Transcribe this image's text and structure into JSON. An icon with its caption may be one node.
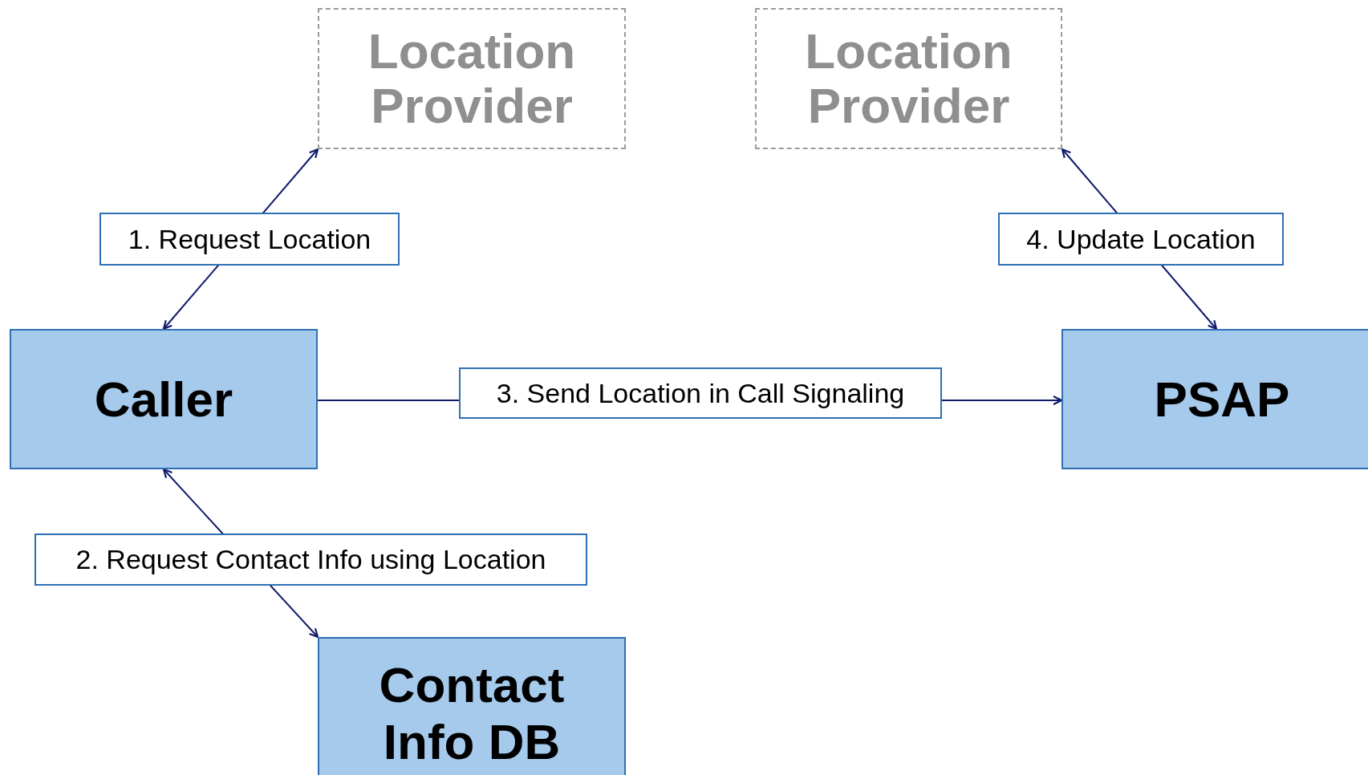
{
  "diagram": {
    "nodes": [
      {
        "text": [
          "Location Provider"
        ]
      },
      {
        "text": [
          "Location Provider"
        ]
      },
      {
        "text": [
          "Caller"
        ]
      },
      {
        "text": [
          "PSAP"
        ]
      },
      {
        "text": [
          "Contact Info DB"
        ]
      }
    ],
    "edges": [
      {
        "from": 2,
        "to": 0,
        "arrow": "both",
        "label": "1. Request Location"
      },
      {
        "from": 2,
        "to": 4,
        "arrow": "both",
        "label": "2. Request Contact Info using Location"
      },
      {
        "from": 2,
        "to": 3,
        "arrow": "to",
        "label": "3. Send Location in Call Signaling"
      },
      {
        "from": 3,
        "to": 1,
        "arrow": "both",
        "label": "4. Update Location"
      }
    ]
  }
}
